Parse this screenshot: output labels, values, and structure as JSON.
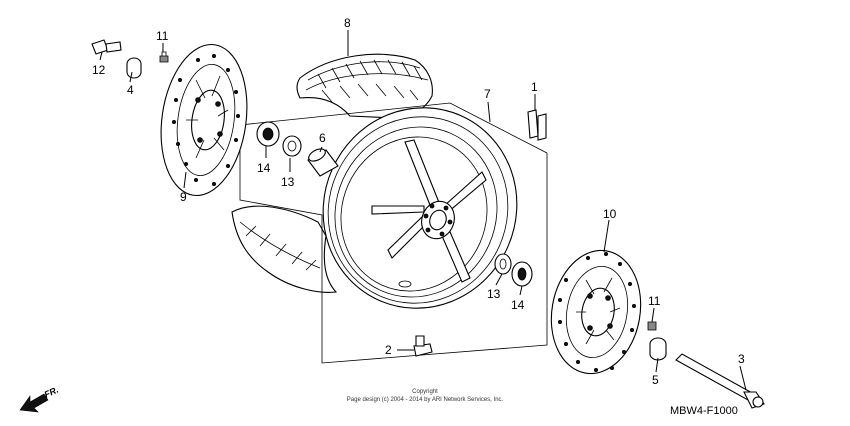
{
  "parts": [
    {
      "id": "callout-1",
      "label": "1"
    },
    {
      "id": "callout-2",
      "label": "2"
    },
    {
      "id": "callout-3",
      "label": "3"
    },
    {
      "id": "callout-4",
      "label": "4"
    },
    {
      "id": "callout-5",
      "label": "5"
    },
    {
      "id": "callout-6",
      "label": "6"
    },
    {
      "id": "callout-7",
      "label": "7"
    },
    {
      "id": "callout-8",
      "label": "8"
    },
    {
      "id": "callout-9",
      "label": "9"
    },
    {
      "id": "callout-10",
      "label": "10"
    },
    {
      "id": "callout-11a",
      "label": "11"
    },
    {
      "id": "callout-11b",
      "label": "11"
    },
    {
      "id": "callout-12",
      "label": "12"
    },
    {
      "id": "callout-13a",
      "label": "13"
    },
    {
      "id": "callout-13b",
      "label": "13"
    },
    {
      "id": "callout-14a",
      "label": "14"
    },
    {
      "id": "callout-14b",
      "label": "14"
    }
  ],
  "diagram_code": "MBW4-F1000",
  "front_marker": "FR.",
  "copyright": {
    "line1": "Copyright",
    "line2": "Page design (c) 2004 - 2014 by ARI Network Services, Inc."
  }
}
